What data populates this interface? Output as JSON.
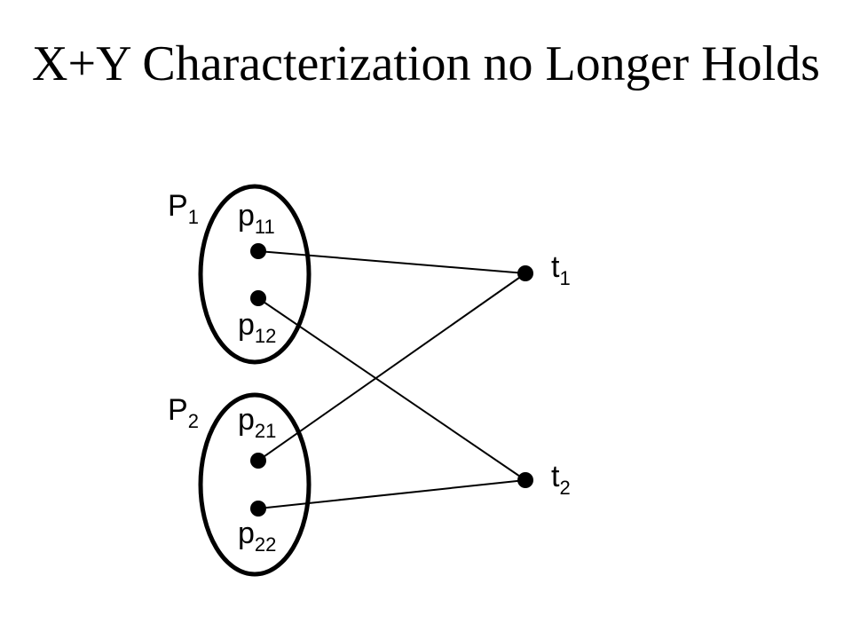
{
  "slide": {
    "title": "X+Y Characterization no Longer Holds"
  },
  "diagram": {
    "groups": [
      {
        "id": "P1",
        "label": "P",
        "subscript": "1",
        "members": [
          "p11",
          "p12"
        ]
      },
      {
        "id": "P2",
        "label": "P",
        "subscript": "2",
        "members": [
          "p21",
          "p22"
        ]
      }
    ],
    "nodes": [
      {
        "id": "p11",
        "label": "p",
        "subscript": "11"
      },
      {
        "id": "p12",
        "label": "p",
        "subscript": "12"
      },
      {
        "id": "p21",
        "label": "p",
        "subscript": "21"
      },
      {
        "id": "p22",
        "label": "p",
        "subscript": "22"
      },
      {
        "id": "t1",
        "label": "t",
        "subscript": "1"
      },
      {
        "id": "t2",
        "label": "t",
        "subscript": "2"
      }
    ],
    "edges": [
      {
        "from": "p11",
        "to": "t1"
      },
      {
        "from": "p12",
        "to": "t2"
      },
      {
        "from": "p21",
        "to": "t1"
      },
      {
        "from": "p22",
        "to": "t2"
      }
    ]
  }
}
